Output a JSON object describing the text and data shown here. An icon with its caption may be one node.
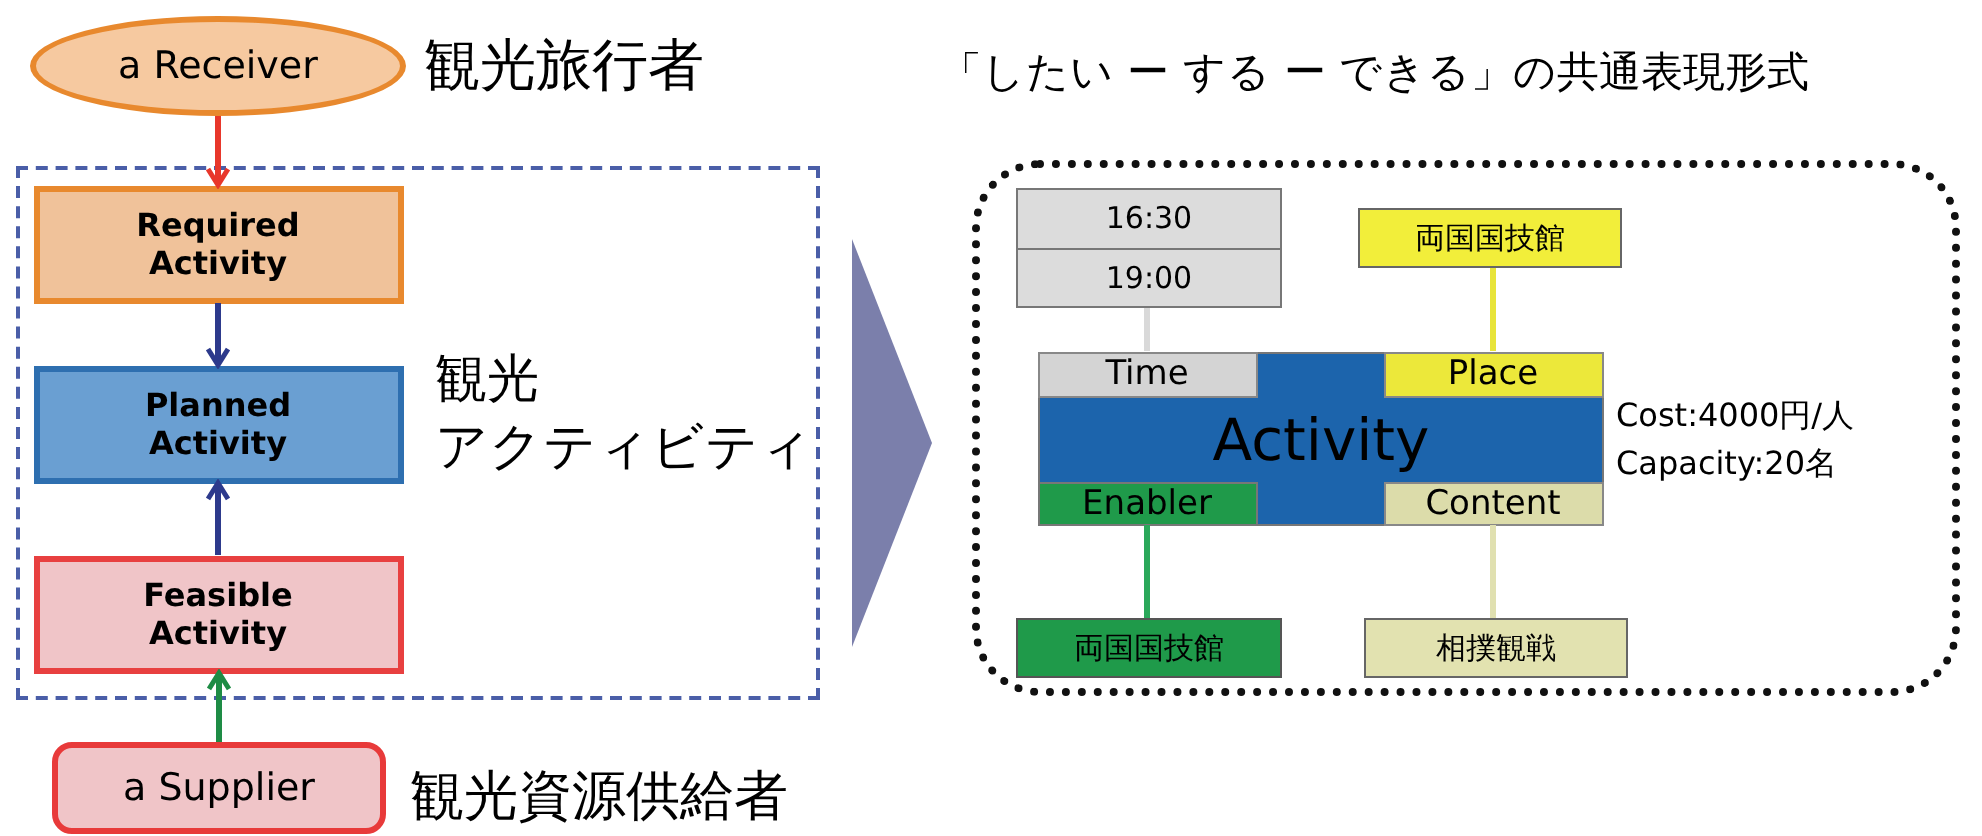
{
  "diagram": {
    "nodes": [
      {
        "text": [
          "a Receiver"
        ],
        "beside": [
          "観光旅行者"
        ]
      },
      {
        "text": [
          "観光",
          "アクティビティ"
        ]
      },
      {
        "text": [
          "Required Activity"
        ],
        "in": 1
      },
      {
        "text": [
          "Planned Activity"
        ],
        "in": 1
      },
      {
        "text": [
          "Feasible Activity"
        ],
        "in": 1
      },
      {
        "text": [
          "a Supplier"
        ],
        "beside": [
          "観光資源供給者"
        ]
      },
      {
        "text": [
          "「したい ー する ー できる」の共通表現形式"
        ]
      },
      {
        "text": [
          "Activity"
        ],
        "in": 6,
        "beside": [
          "Cost:4000円/人",
          "Capacity:20名"
        ]
      },
      {
        "text": [
          "Time"
        ],
        "in": 7
      },
      {
        "text": [
          "Place"
        ],
        "in": 7
      },
      {
        "text": [
          "Enabler"
        ],
        "in": 7
      },
      {
        "text": [
          "Content"
        ],
        "in": 7
      },
      {
        "text": [
          "16:30",
          "19:00"
        ],
        "in": 6
      },
      {
        "text": [
          "両国国技館"
        ],
        "in": 6
      },
      {
        "text": [
          "両国国技館"
        ],
        "in": 6
      },
      {
        "text": [
          "相撲観戦"
        ],
        "in": 6
      }
    ],
    "edges": [
      {
        "from": 0,
        "to": 2,
        "arrow": "to",
        "color": "#e8372b"
      },
      {
        "from": 2,
        "to": 3,
        "arrow": "to"
      },
      {
        "from": 4,
        "to": 3,
        "arrow": "to"
      },
      {
        "from": 5,
        "to": 4,
        "arrow": "to",
        "color": "#1e8c45"
      },
      {
        "from": 1,
        "to": 6,
        "arrow": "to",
        "color": "#7b7fab"
      },
      {
        "from": 12,
        "to": 8,
        "arrow": "none",
        "color": "#d9d9d9"
      },
      {
        "from": 13,
        "to": 9,
        "arrow": "none",
        "color": "#e8e43a"
      },
      {
        "from": 10,
        "to": 14,
        "arrow": "none",
        "color": "#2aa85a"
      },
      {
        "from": 11,
        "to": 15,
        "arrow": "none",
        "color": "#e0e0b0"
      }
    ]
  }
}
